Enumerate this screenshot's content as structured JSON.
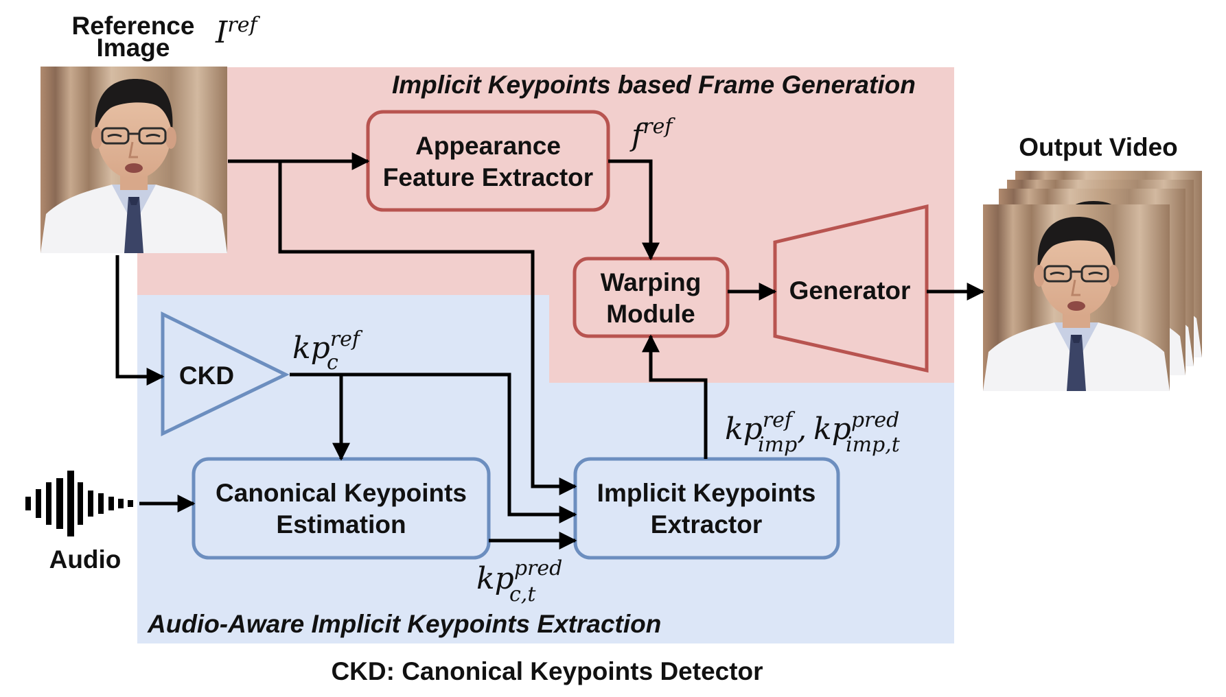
{
  "regions": {
    "frame_generation_title": "Implicit Keypoints based Frame Generation",
    "extraction_title": "Audio-Aware Implicit Keypoints Extraction"
  },
  "inputs": {
    "reference_label_line1": "Reference",
    "reference_label_line2": "Image",
    "audio_label": "Audio"
  },
  "output": {
    "label": "Output Video"
  },
  "blocks": {
    "appearance_line1": "Appearance",
    "appearance_line2": "Feature Extractor",
    "warping_line1": "Warping",
    "warping_line2": "Module",
    "generator": "Generator",
    "ckd": "CKD",
    "canonical_line1": "Canonical Keypoints",
    "canonical_line2": "Estimation",
    "implicit_line1": "Implicit Keypoints",
    "implicit_line2": "Extractor"
  },
  "math": {
    "i_ref_base": "I",
    "i_ref_sup": "ref",
    "f_ref_base": "f",
    "f_ref_sup": "ref",
    "kp_c_ref_base": "kp",
    "kp_c_ref_sup": "ref",
    "kp_c_ref_sub": "c",
    "kp_imp_ref_base": "kp",
    "kp_imp_ref_sup": "ref",
    "kp_imp_ref_sub": "imp",
    "separator": ",",
    "kp_imp_pred_base": "kp",
    "kp_imp_pred_sup": "pred",
    "kp_imp_pred_sub": "imp,t",
    "kp_ct_pred_base": "kp",
    "kp_ct_pred_sup": "pred",
    "kp_ct_pred_sub": "c,t"
  },
  "footer": {
    "legend": "CKD: Canonical Keypoints Detector"
  },
  "colors": {
    "pink_region": "#f2cfcd",
    "blue_region": "#dce6f7",
    "red_box": "#b85450",
    "blue_box": "#6c8ebf"
  }
}
